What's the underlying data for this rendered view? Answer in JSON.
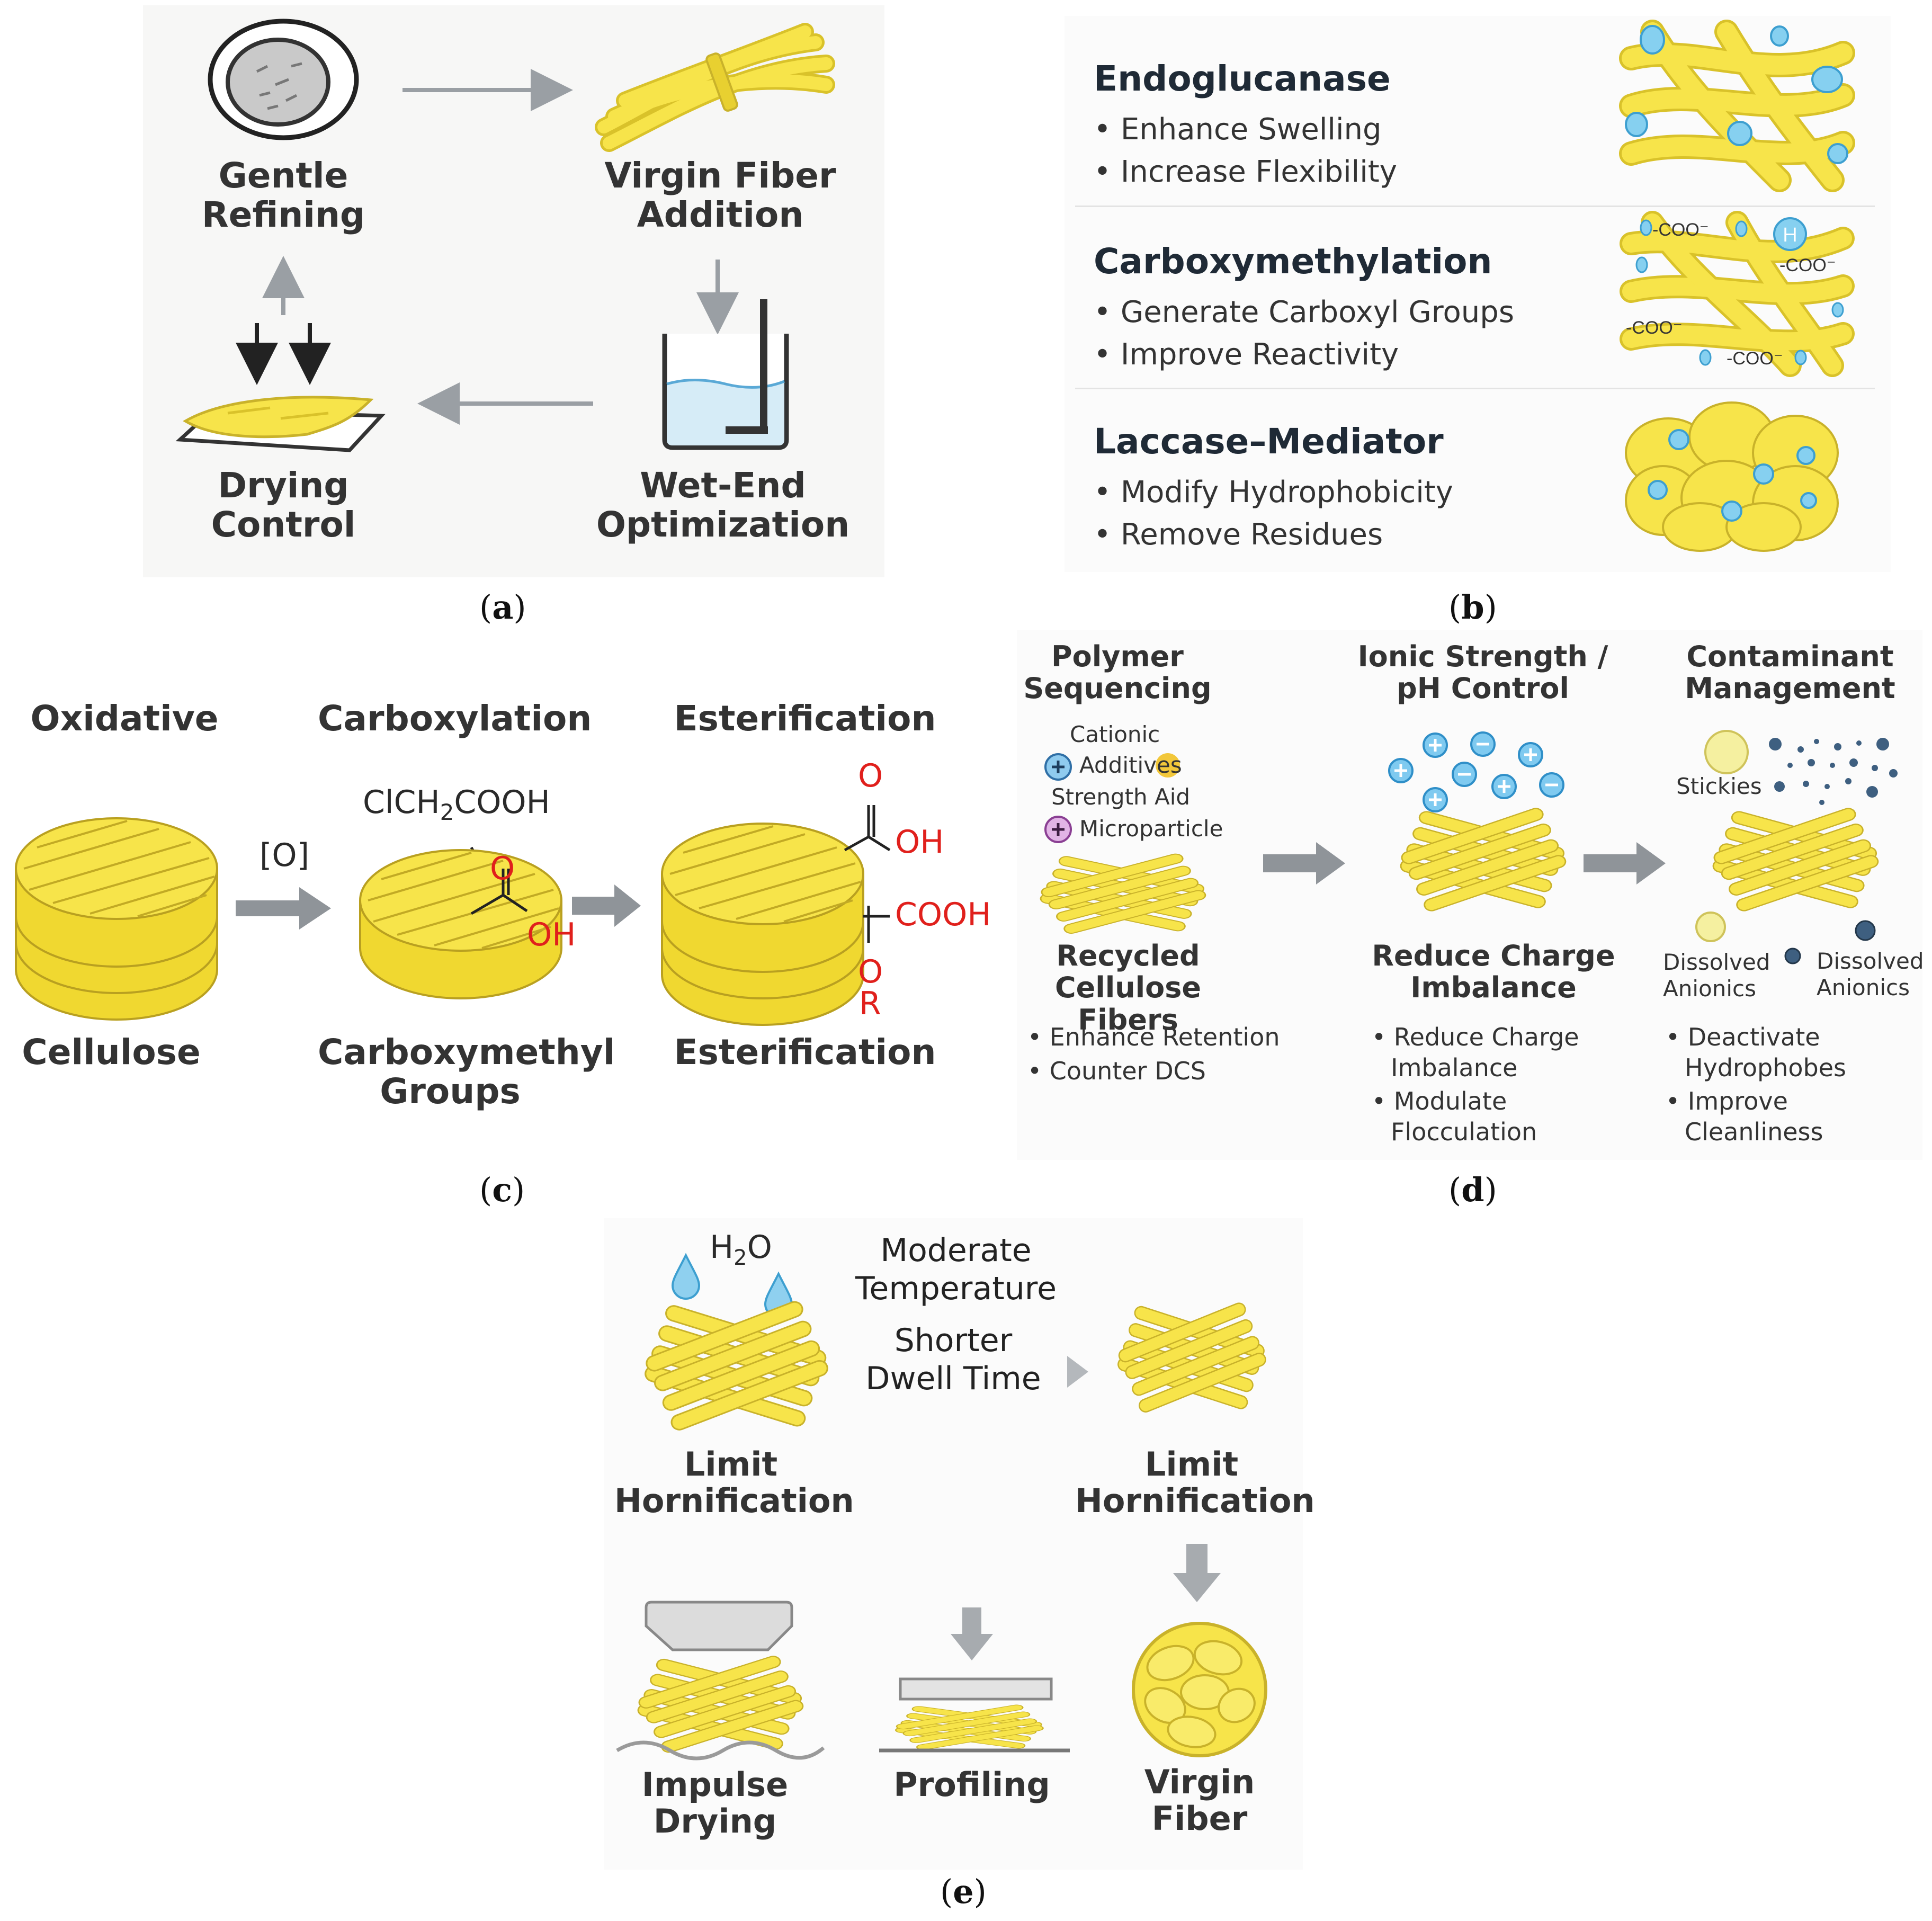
{
  "captions": {
    "a": "a",
    "b": "b",
    "c": "c",
    "d": "d",
    "e": "e"
  },
  "panel_a": {
    "gentle_refining": [
      "Gentle",
      "Refining"
    ],
    "virgin_fiber_addition": [
      "Virgin Fiber",
      "Addition"
    ],
    "drying_control": [
      "Drying",
      "Control"
    ],
    "wet_end_optimization": [
      "Wet-End",
      "Optimization"
    ]
  },
  "panel_b": {
    "sections": [
      {
        "title": "Endoglucanase",
        "bullets": [
          "Enhance Swelling",
          "Increase Flexibility"
        ]
      },
      {
        "title": "Carboxymethylation",
        "bullets": [
          "Generate Carboxyl Groups",
          "Improve Reactivity"
        ]
      },
      {
        "title": "Laccase–Mediator",
        "bullets": [
          "Modify Hydrophobicity",
          "Remove Residues"
        ]
      }
    ],
    "coo_label": "-COO⁻",
    "h_label": "H"
  },
  "panel_c": {
    "oxidative": "Oxidative",
    "carboxylation": "Carboxylation",
    "esterification_top": "Esterification",
    "cellulose": "Cellulose",
    "carboxymethyl_groups": [
      "Carboxymethyl",
      "Groups"
    ],
    "esterification_bottom": "Esterification",
    "oxidant": "[O]",
    "reagent_pre": "ClCH",
    "reagent_sub": "2",
    "reagent_post": "COOH",
    "o": "O",
    "oh": "OH",
    "cooh": "COOH",
    "r": "R"
  },
  "panel_d": {
    "col1": {
      "title": [
        "Polymer",
        "Sequencing"
      ],
      "cationic": "Cationic",
      "additives": "Additives",
      "strength_aid": "Strength Aid",
      "microparticle": "Microparticle",
      "subtitle": [
        "Recycled",
        "Cellulose Fibers"
      ],
      "bullets": [
        "Enhance Retention",
        "Counter DCS"
      ]
    },
    "col2": {
      "title": [
        "Ionic Strength /",
        "pH Control"
      ],
      "subtitle": [
        "Reduce Charge",
        "Imbalance"
      ],
      "bullets": [
        [
          "Reduce Charge",
          "Imbalance"
        ],
        [
          "Modulate",
          "Flocculation"
        ]
      ]
    },
    "col3": {
      "title": [
        "Contaminant",
        "Management"
      ],
      "stickies": "Stickies",
      "dissolved_left": [
        "Dissolved",
        "Anionics"
      ],
      "dissolved_right": [
        "Dissolved",
        "Anionics"
      ],
      "bullets": [
        [
          "Deactivate",
          "Hydrophobes"
        ],
        [
          "Improve Cleanliness"
        ]
      ]
    }
  },
  "panel_e": {
    "water_pre": "H",
    "water_sub": "2",
    "water_post": "O",
    "moderate_temperature": [
      "Moderate",
      "Temperature"
    ],
    "shorter_dwell": [
      "Shorter",
      "Dwell Time"
    ],
    "limit_hornification_left": [
      "Limit",
      "Hornification"
    ],
    "limit_hornification_right": [
      "Limit",
      "Hornification"
    ],
    "impulse_drying": [
      "Impulse",
      "Drying"
    ],
    "profiling": "Profiling",
    "virgin_fiber": [
      "Virgin",
      "Fiber"
    ]
  },
  "colors": {
    "fiber_yellow": "#f7e44a",
    "fiber_outline": "#d9c22a",
    "droplet_blue": "#6cc4ea",
    "arrow_gray": "#9a9fa4",
    "chem_red": "#e0201c"
  }
}
